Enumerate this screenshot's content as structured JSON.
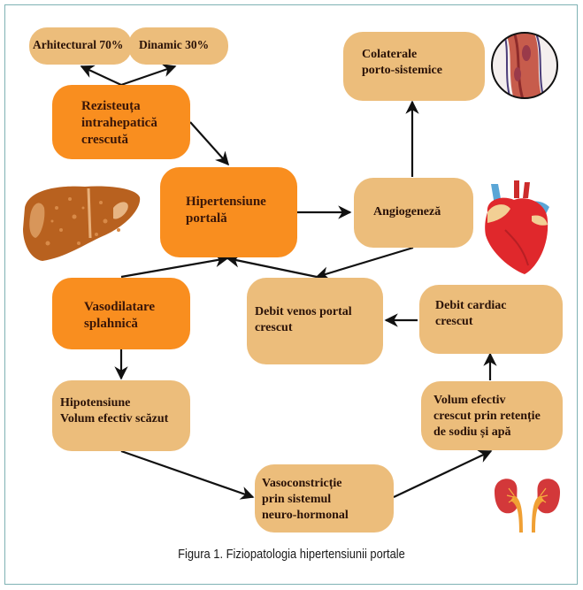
{
  "diagram": {
    "nodes": {
      "arhitectural": "Arhitectural 70%",
      "dinamic": "Dinamic 30%",
      "rezistenta": "Rezisteuța\nintrahepatică\ncrescută",
      "hipertensiune": "Hipertensiune\nportală",
      "angiogeneza": "Angiogeneză",
      "colaterale": "Colaterale\nporto-sistemice",
      "vasodilatare": "Vasodilatare\nsplahnică",
      "debit_venos": "Debit venos portal\ncrescut",
      "debit_cardiac": "Debit cardiac\ncrescut",
      "hipotensiune": "Hipotensiune\nVolum efectiv scăzut",
      "volum_crescut": "Volum efectiv\ncrescut prin retenție\nde sodiu și apă",
      "vasoconstrictie": "Vasoconstricție\nprin sistemul\nneuro-hormonal"
    },
    "edges": [
      {
        "from": "rezistenta",
        "to": "arhitectural"
      },
      {
        "from": "rezistenta",
        "to": "dinamic"
      },
      {
        "from": "rezistenta",
        "to": "hipertensiune"
      },
      {
        "from": "hipertensiune",
        "to": "angiogeneza"
      },
      {
        "from": "angiogeneza",
        "to": "colaterale"
      },
      {
        "from": "angiogeneza",
        "to": "debit_venos"
      },
      {
        "from": "debit_venos",
        "to": "hipertensiune"
      },
      {
        "from": "vasodilatare",
        "to": "hipertensiune"
      },
      {
        "from": "vasodilatare",
        "to": "hipotensiune"
      },
      {
        "from": "hipotensiune",
        "to": "vasoconstrictie"
      },
      {
        "from": "vasoconstrictie",
        "to": "volum_crescut"
      },
      {
        "from": "volum_crescut",
        "to": "debit_cardiac"
      },
      {
        "from": "debit_cardiac",
        "to": "debit_venos"
      }
    ],
    "illustrations": [
      "liver-illustration",
      "blood-vessel-illustration",
      "heart-illustration",
      "kidneys-illustration"
    ],
    "colors": {
      "primary_node": "#f98e1f",
      "secondary_node": "#ecbd7b",
      "frame": "#7fb2b4",
      "arrow": "#111111"
    }
  },
  "caption": "Figura 1. Fiziopatologia hipertensiunii portale"
}
